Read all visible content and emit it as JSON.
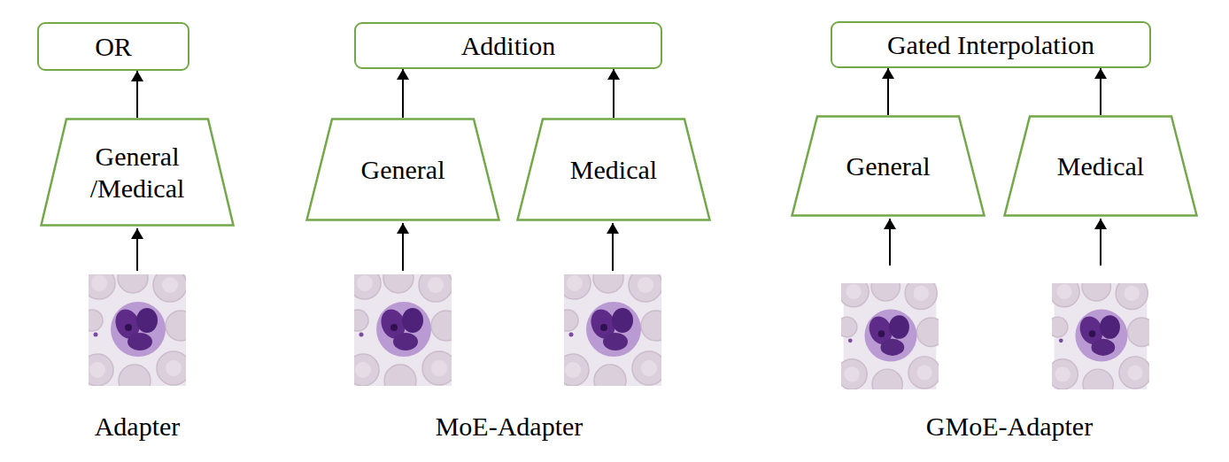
{
  "diagram": {
    "nodes": [
      {
        "text": [
          "OR"
        ]
      },
      {
        "text": [
          "General /Medical"
        ]
      },
      {
        "text": [
          "Addition"
        ]
      },
      {
        "text": [
          "General"
        ]
      },
      {
        "text": [
          "Medical"
        ]
      },
      {
        "text": [
          "Gated Interpolation"
        ]
      },
      {
        "text": [
          "General"
        ]
      },
      {
        "text": [
          "Medical"
        ]
      }
    ],
    "edges": [
      {
        "from": 1,
        "to": 0,
        "arrow": "to"
      },
      {
        "from": 3,
        "to": 2,
        "arrow": "to"
      },
      {
        "from": 4,
        "to": 2,
        "arrow": "to"
      },
      {
        "from": 6,
        "to": 5,
        "arrow": "to"
      },
      {
        "from": 7,
        "to": 5,
        "arrow": "to"
      }
    ],
    "labels": [
      "Adapter",
      "MoE-Adapter",
      "GMoE-Adapter"
    ]
  }
}
